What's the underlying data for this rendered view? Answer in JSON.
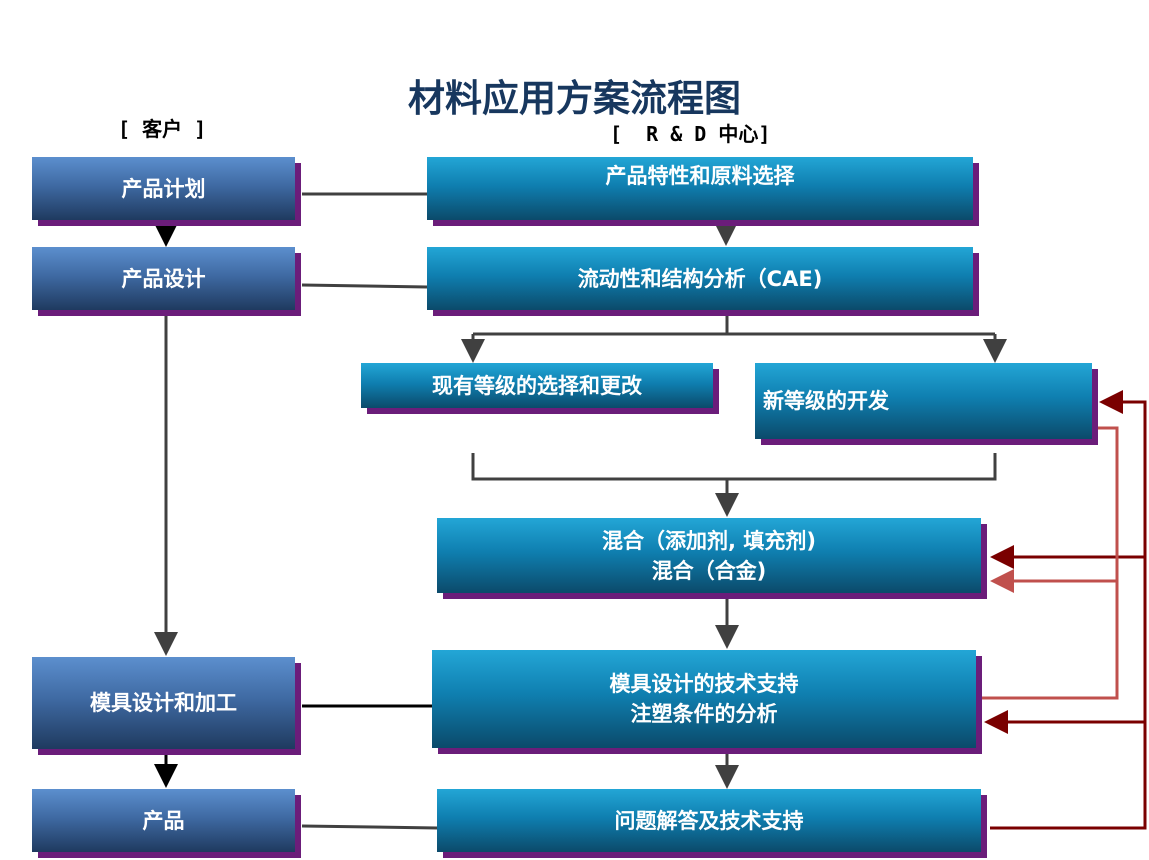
{
  "title": "材料应用方案流程图",
  "headers": {
    "customer": "[ 客户 ]",
    "rd": "[  R & D 中心]"
  },
  "customer": [
    {
      "id": "product-plan",
      "text": "产品计划"
    },
    {
      "id": "product-design",
      "text": "产品设计"
    },
    {
      "id": "mold-design",
      "text": "模具设计和加工"
    },
    {
      "id": "product",
      "text": "产品"
    }
  ],
  "rd": [
    {
      "id": "material-selection",
      "lines": [
        "产品特性和原料选择"
      ]
    },
    {
      "id": "cae-analysis",
      "lines": [
        "流动性和结构分析（CAE)"
      ]
    },
    {
      "id": "grade-modification",
      "lines": [
        "现有等级的选择和更改"
      ]
    },
    {
      "id": "new-grade",
      "lines": [
        "新等级的开发"
      ]
    },
    {
      "id": "compounding",
      "lines": [
        "混合（添加剂, 填充剂)",
        "混合（合金)"
      ]
    },
    {
      "id": "mold-support",
      "lines": [
        "模具设计的技术支持",
        "注塑条件的分析"
      ]
    },
    {
      "id": "problem-solving",
      "lines": [
        "问题解答及技术支持"
      ]
    }
  ],
  "colors": {
    "dark_red": "#7a0000",
    "light_red": "#c0504d",
    "connector": "#404040"
  }
}
